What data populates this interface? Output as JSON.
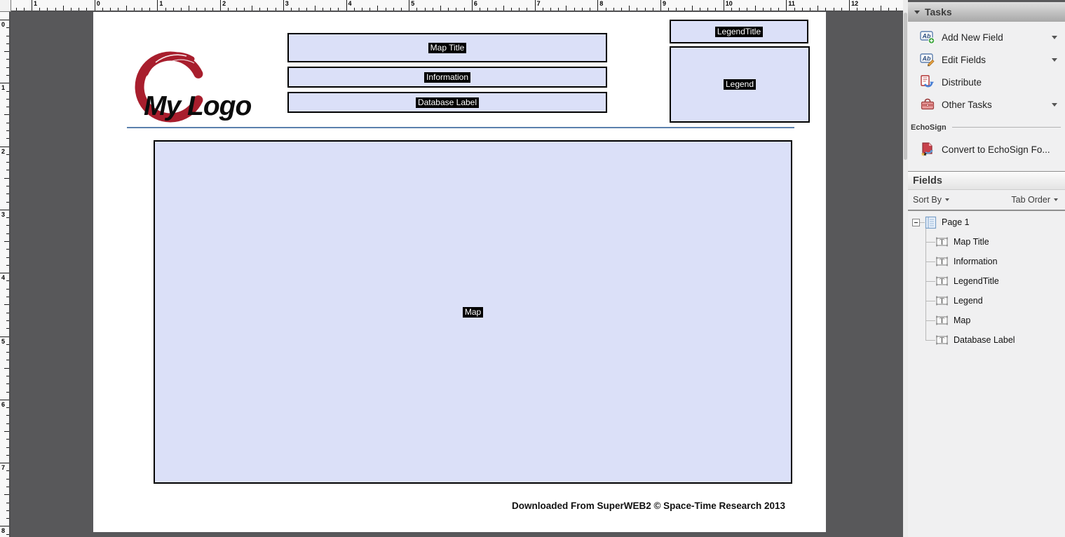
{
  "rulers": {
    "horizontal": {
      "labels": [
        "1",
        "0",
        "1",
        "2",
        "3",
        "4",
        "5",
        "6",
        "7",
        "8",
        "9",
        "10",
        "11",
        "12"
      ],
      "start": 29,
      "step": 89.7
    },
    "vertical": {
      "labels": [
        "0",
        "1",
        "2",
        "3",
        "4",
        "5",
        "6",
        "7",
        "8"
      ],
      "start": 11,
      "step": 90.3
    }
  },
  "document": {
    "logo_text": "My Logo",
    "fields": {
      "map_title": "Map Title",
      "information": "Information",
      "database_label": "Database Label",
      "legend_title": "LegendTitle",
      "legend": "Legend",
      "map": "Map"
    },
    "footer": "Downloaded From SuperWEB2 © Space-Time Research 2013"
  },
  "sidebar": {
    "tasks": {
      "title": "Tasks",
      "items": [
        {
          "label": "Add New Field"
        },
        {
          "label": "Edit Fields"
        },
        {
          "label": "Distribute"
        },
        {
          "label": "Other Tasks"
        }
      ]
    },
    "echosign": {
      "label": "EchoSign",
      "convert_label": "Convert to EchoSign Fo..."
    },
    "fields_panel": {
      "title": "Fields",
      "sort_by_label": "Sort By",
      "tab_order_label": "Tab Order",
      "page_label": "Page 1",
      "items": [
        "Map Title",
        "Information",
        "LegendTitle",
        "Legend",
        "Map",
        "Database Label"
      ]
    }
  },
  "colors": {
    "canvas": "#58585a",
    "field_fill": "#dbe0f8",
    "field_border": "#000000",
    "separator_blue": "#5b81ad",
    "logo_red": "#a81e2d",
    "sidebar_bg": "#f0f0f1"
  }
}
